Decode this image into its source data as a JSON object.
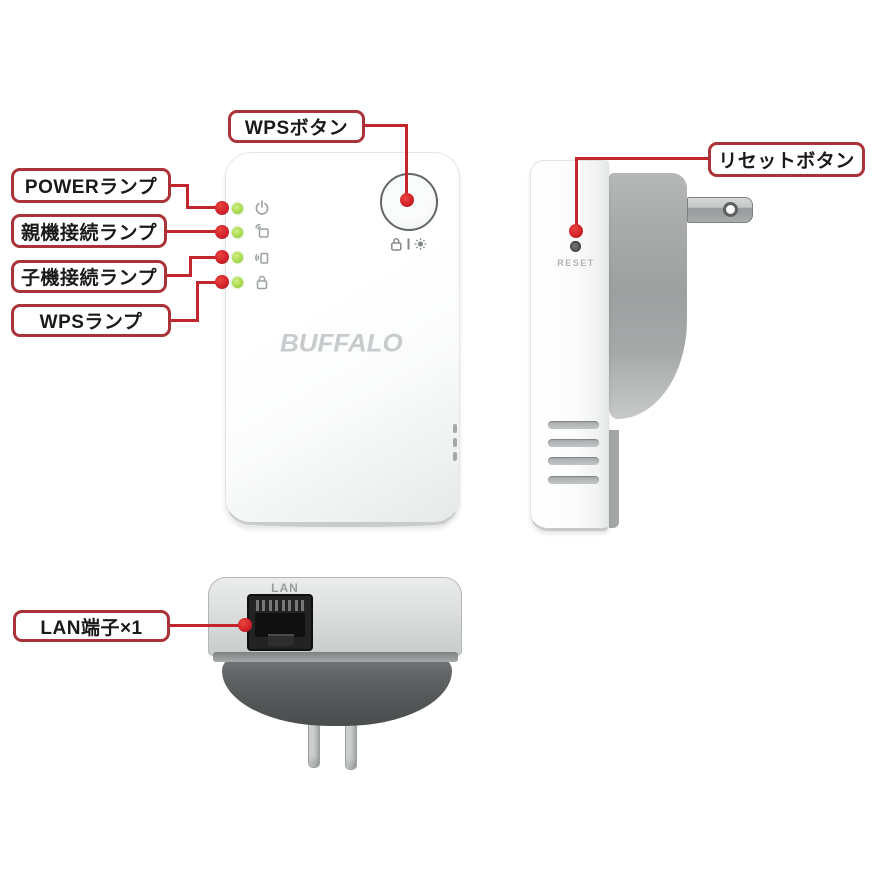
{
  "diagram_title": "wifi-extender-parts-diagram",
  "colors": {
    "label_border": "#a93338",
    "pointer_line": "#c2252b",
    "pointer_dot": "#d2232a",
    "led_green": "#aadb4f",
    "icon_grey": "#9ba0a2",
    "logo_grey": "#c8cbcd",
    "bottom_body_dark": "#545758"
  },
  "labels": {
    "wps_button": "WPSボタン",
    "power_lamp": "POWERランプ",
    "parent_lamp": "親機接続ランプ",
    "child_lamp": "子機接続ランプ",
    "wps_lamp": "WPSランプ",
    "reset_button": "リセットボタン",
    "lan_port": "LAN端子×1"
  },
  "front_view": {
    "logo": "BUFFALO",
    "leds": [
      {
        "name": "power-led",
        "icon": "power-icon"
      },
      {
        "name": "parent-connect-led",
        "icon": "router-icon"
      },
      {
        "name": "child-connect-led",
        "icon": "client-device-icon"
      },
      {
        "name": "wps-led",
        "icon": "lock-icon"
      }
    ],
    "wps_button_marks": [
      "lock-icon",
      "divider-bar",
      "light-icon"
    ]
  },
  "side_view": {
    "reset_text": "RESET",
    "vent_slots": 4
  },
  "bottom_view": {
    "lan_text": "LAN",
    "prongs": 2
  }
}
